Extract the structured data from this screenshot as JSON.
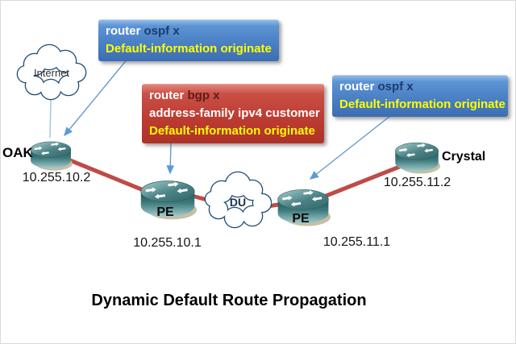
{
  "title": "Dynamic Default Route Propagation",
  "callouts": {
    "ospf_left": {
      "cmd": "router",
      "arg": "ospf x",
      "line2": "Default-information originate"
    },
    "bgp": {
      "cmd": "router",
      "arg": "bgp x",
      "line2": "address-family ipv4 customer",
      "line3": "Default-information originate"
    },
    "ospf_right": {
      "cmd": "router",
      "arg": "ospf x",
      "line2": "Default-information originate"
    }
  },
  "nodes": {
    "internet_cloud": {
      "label": "Internet"
    },
    "du_cloud": {
      "label": "DU"
    },
    "oak": {
      "label": "OAK",
      "ip": "10.255.10.2"
    },
    "pe_left": {
      "label": "PE",
      "ip": "10.255.10.1"
    },
    "pe_right": {
      "label": "PE",
      "ip": "10.255.11.1"
    },
    "crystal": {
      "label": "Crystal",
      "ip": "10.255.11.2"
    }
  },
  "colors": {
    "callout_blue": "#4a80c4",
    "callout_red": "#bb3b30",
    "highlight_yellow": "#ffff00",
    "ospf_navy": "#1b3c6e",
    "bgp_maroon": "#5f1d1b",
    "link_red": "#be4b48",
    "connector_blue": "#6699cc",
    "router_teal": "#3e7a7d",
    "cloud_outline": "#1f4e79"
  }
}
